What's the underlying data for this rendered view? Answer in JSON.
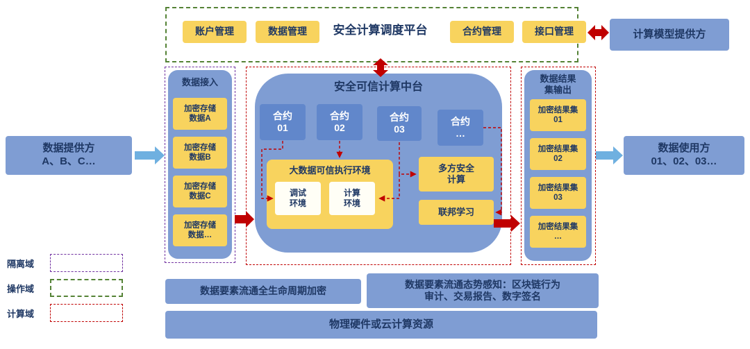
{
  "colors": {
    "box_blue": "#7F9DD3",
    "box_yellow": "#F8D35E",
    "contract_blue": "#6187CB",
    "arrow_red": "#C00000",
    "arrow_blue": "#6FB0E0",
    "domain_isolation_border": "#7030A0",
    "domain_operation_border": "#548235",
    "domain_computing_border": "#C00000",
    "text_dark": "#1F3864"
  },
  "platform": {
    "title": "安全计算调度平台",
    "buttons": [
      "账户管理",
      "数据管理",
      "合约管理",
      "接口管理"
    ]
  },
  "model_provider": "计算模型提供方",
  "data_provider": "数据提供方\nA、B、C…",
  "data_access": {
    "title": "数据接入",
    "items": [
      "加密存储\n数据A",
      "加密存储\n数据B",
      "加密存储\n数据C",
      "加密存储\n数据…"
    ]
  },
  "computing_center": {
    "title": "安全可信计算中台",
    "contracts": [
      "合约\n01",
      "合约\n02",
      "合约\n03",
      "合约\n…"
    ],
    "tee_title": "大数据可信执行环境",
    "tee_envs": [
      "调试\n环境",
      "计算\n环境"
    ],
    "mpc": "多方安全\n计算",
    "federated": "联邦学习"
  },
  "result_output": {
    "title": "数据结果\n集输出",
    "items": [
      "加密结果集\n01",
      "加密结果集\n02",
      "加密结果集\n03",
      "加密结果集\n…"
    ]
  },
  "data_user": "数据使用方\n01、02、03…",
  "legend": {
    "isolation": "隔离域",
    "operation": "操作域",
    "computing": "计算域"
  },
  "bottom": {
    "encryption": "数据要素流通全生命周期加密",
    "awareness": "数据要素流通态势感知：区块链行为\n审计、交易报告、数字签名",
    "infrastructure": "物理硬件或云计算资源"
  }
}
